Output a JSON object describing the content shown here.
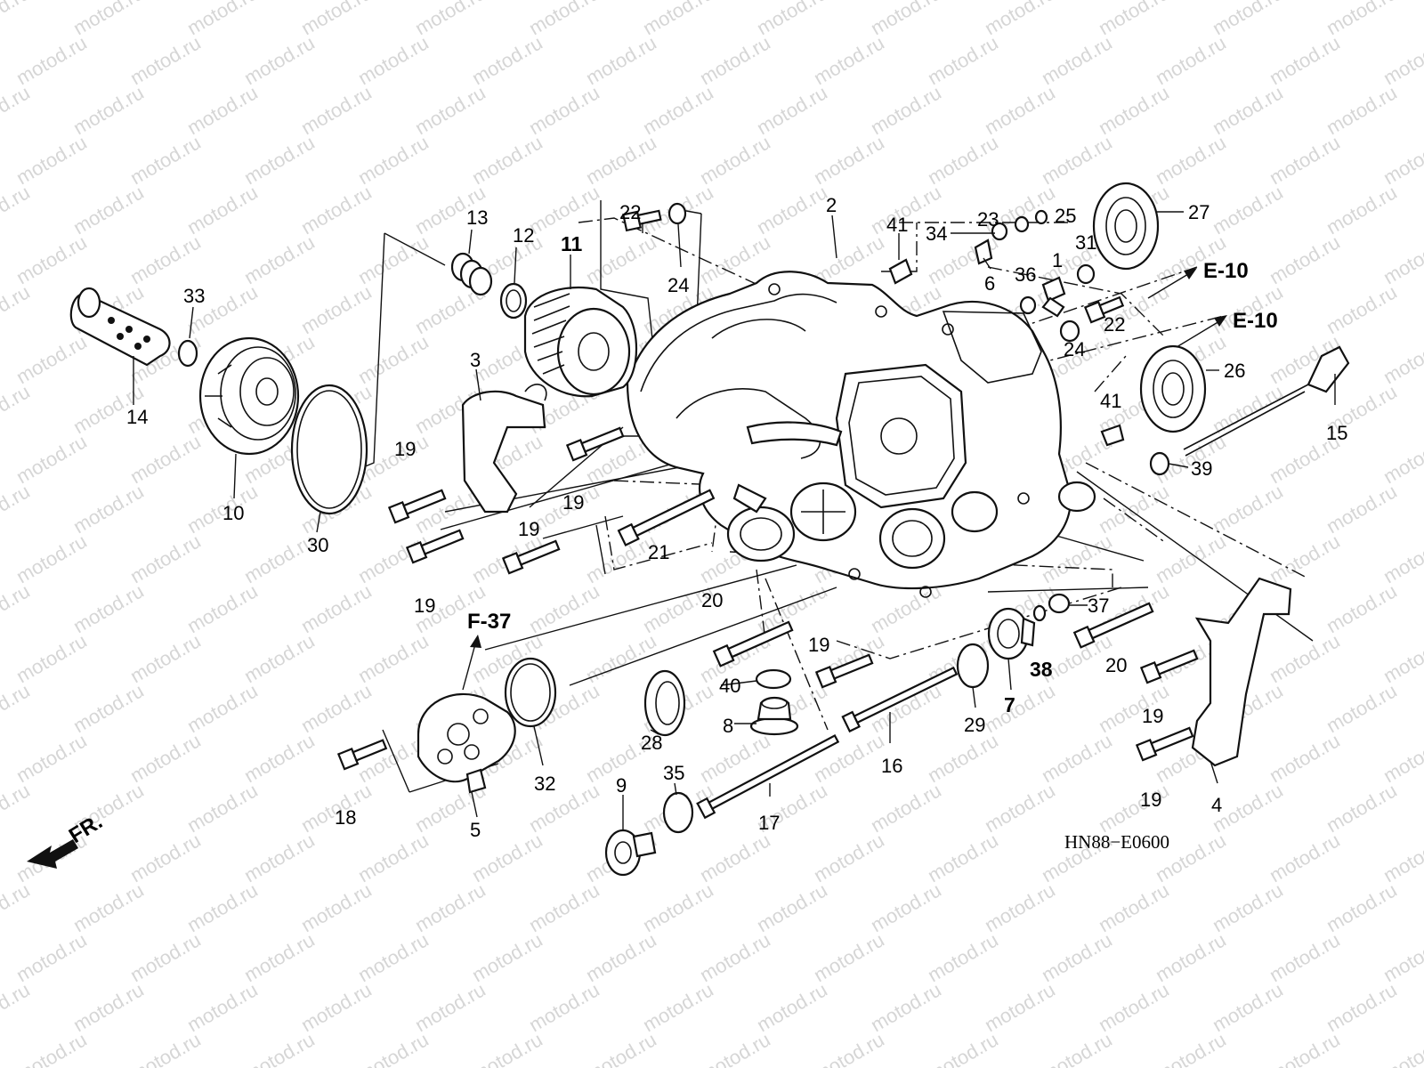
{
  "watermark": {
    "text": "motod.ru"
  },
  "diagram_code": "HN88−E0600",
  "front_marker": {
    "label": "FR."
  },
  "references": {
    "e10_upper": "E-10",
    "e10_lower": "E-10",
    "f37": "F-37"
  },
  "callouts": {
    "c1": "1",
    "c2": "2",
    "c3": "3",
    "c4": "4",
    "c5": "5",
    "c6": "6",
    "c7": "7",
    "c8": "8",
    "c9": "9",
    "c10": "10",
    "c11": "11",
    "c12": "12",
    "c13": "13",
    "c14": "14",
    "c15": "15",
    "c16": "16",
    "c17": "17",
    "c18": "18",
    "c19a": "19",
    "c19b": "19",
    "c19c": "19",
    "c19d": "19",
    "c19e": "19",
    "c19f": "19",
    "c19g": "19",
    "c20a": "20",
    "c20b": "20",
    "c21": "21",
    "c22a": "22",
    "c22b": "22",
    "c23": "23",
    "c24a": "24",
    "c24b": "24",
    "c25": "25",
    "c26": "26",
    "c27": "27",
    "c28": "28",
    "c29": "29",
    "c30": "30",
    "c31": "31",
    "c32": "32",
    "c33": "33",
    "c34": "34",
    "c35": "35",
    "c36": "36",
    "c37": "37",
    "c38": "38",
    "c39": "39",
    "c40": "40",
    "c41a": "41",
    "c41b": "41"
  },
  "colors": {
    "ink": "#111111",
    "watermark": "#d6d6d6",
    "background": "#ffffff"
  }
}
